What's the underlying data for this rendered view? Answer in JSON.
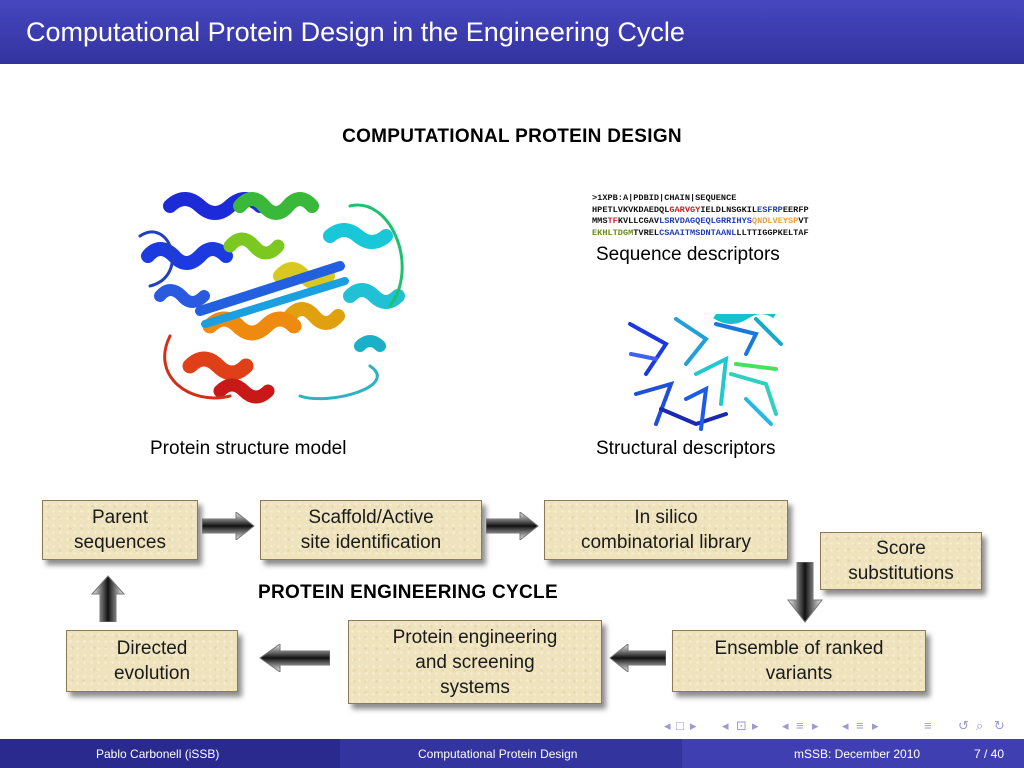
{
  "header": {
    "title": "Computational Protein Design in the Engineering Cycle"
  },
  "top_heading": "COMPUTATIONAL PROTEIN DESIGN",
  "sequence": {
    "line1": ">1XPB:A|PDBID|CHAIN|SEQUENCE",
    "line2_a": "HPETLVKVKDAEDQL",
    "line2_b": "GARVGY",
    "line2_c": "IELDLNSGKIL",
    "line2_d": "ESFRP",
    "line2_e": "EERFP",
    "line3_a": "MMS",
    "line3_b": "TF",
    "line3_c": "KVLLCGAV",
    "line3_d": "LSRVDAGQEQLGRRIHYS",
    "line3_e": "QNDLVEYSP",
    "line3_f": "VT",
    "line4_a": "EKHLTDGM",
    "line4_b": "TVREL",
    "line4_c": "CSAAITMSDNTAANL",
    "line4_d": "LLTTIGGPKELTAF"
  },
  "labels": {
    "sequence_descriptors": "Sequence descriptors",
    "protein_structure_model": "Protein structure model",
    "structural_descriptors": "Structural descriptors"
  },
  "cycle_heading": "PROTEIN ENGINEERING CYCLE",
  "boxes": {
    "parent": [
      "Parent",
      "sequences"
    ],
    "scaffold": [
      "Scaffold/Active",
      "site identification"
    ],
    "insilico": [
      "In silico",
      "combinatorial library"
    ],
    "score": [
      "Score",
      "substitutions"
    ],
    "ensemble": [
      "Ensemble of ranked",
      "variants"
    ],
    "screening": [
      "Protein engineering",
      "and screening",
      "systems"
    ],
    "directed": [
      "Directed",
      "evolution"
    ]
  },
  "footer": {
    "author": "Pablo Carbonell  (iSSB)",
    "talk": "Computational Protein Design",
    "event": "mSSB: December 2010",
    "page": "7 / 40"
  },
  "colors": {
    "title_bar": "#3c3cb4",
    "box_fill": "#efe3bd",
    "seq_red": "#c8202a",
    "seq_blue": "#1f3fb0",
    "seq_orange": "#e8a040",
    "seq_green": "#6a8a20"
  }
}
